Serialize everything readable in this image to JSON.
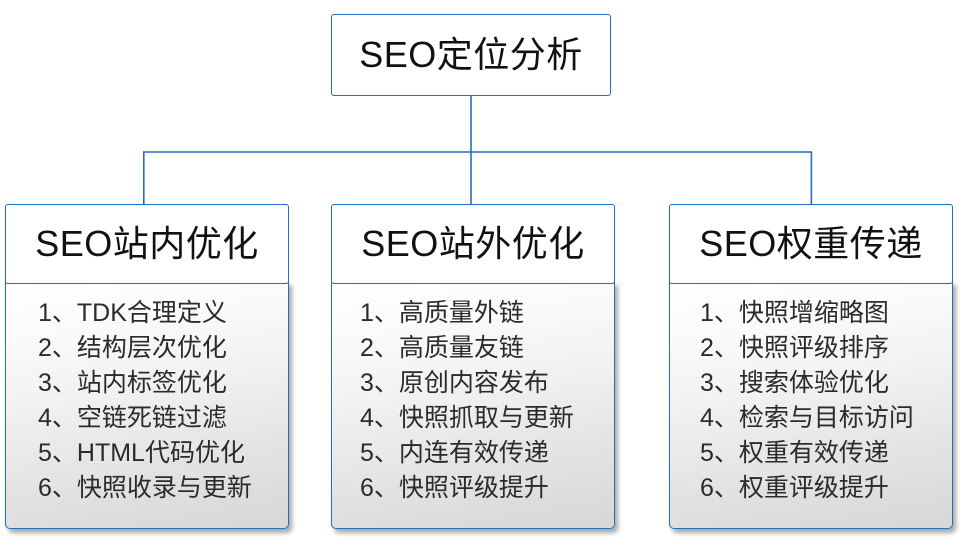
{
  "diagram": {
    "type": "org-tree",
    "accent_color": "#1f6fc4",
    "text_color": "#111111",
    "background_color": "#ffffff",
    "root": {
      "label": "SEO定位分析"
    },
    "branches": [
      {
        "header": "SEO站内优化",
        "items": [
          "1、TDK合理定义",
          "2、结构层次优化",
          "3、站内标签优化",
          "4、空链死链过滤",
          "5、HTML代码优化",
          "6、快照收录与更新"
        ]
      },
      {
        "header": "SEO站外优化",
        "items": [
          "1、高质量外链",
          "2、高质量友链",
          "3、原创内容发布",
          "4、快照抓取与更新",
          "5、内连有效传递",
          "6、快照评级提升"
        ]
      },
      {
        "header": "SEO权重传递",
        "items": [
          "1、快照增缩略图",
          "2、快照评级排序",
          "3、搜索体验优化",
          "4、检索与目标访问",
          "5、权重有效传递",
          "6、权重评级提升"
        ]
      }
    ]
  }
}
